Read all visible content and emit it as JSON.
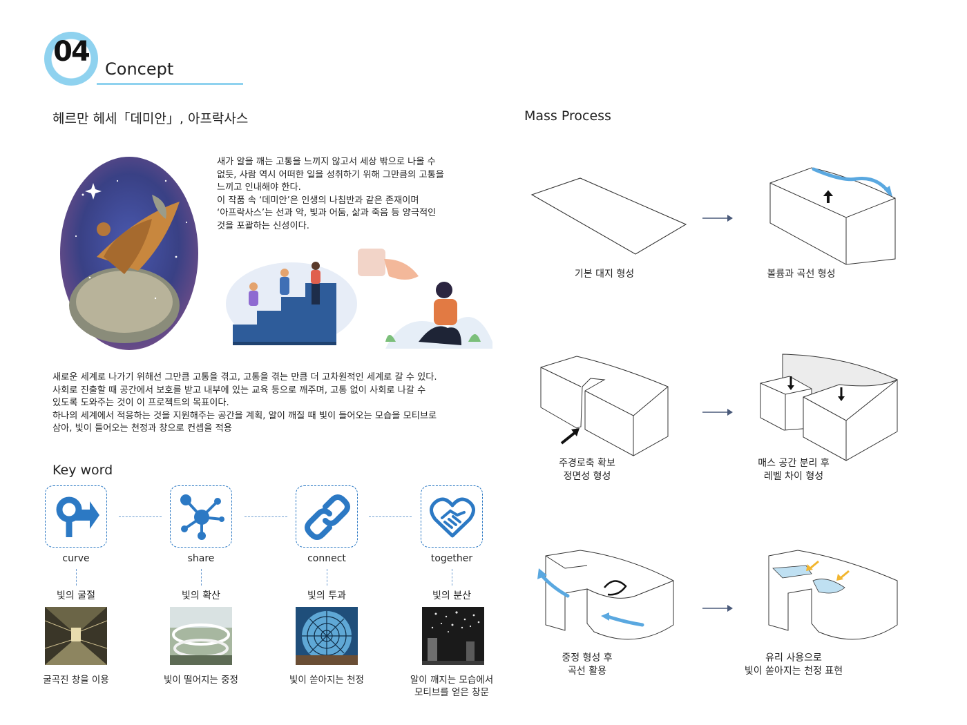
{
  "header": {
    "number": "04",
    "title": "Concept"
  },
  "left": {
    "title": "헤르만 헤세「데미안」, 아프락사스",
    "intro": "새가 알을 깨는 고통을 느끼지 않고서 세상 밖으로 나올 수\n없듯, 사람 역시 어떠한 일을 성취하기 위해 그만큼의 고통을\n느끼고 인내해야 한다.\n이 작품 속 ‘데미안’은 인생의 나침반과 같은 존재이며\n‘아프락사스’는 선과 악, 빛과 어둠, 삶과 죽음 등 양극적인\n것을 포괄하는 신성이다.",
    "body": "새로운 세계로 나가기 위해선 그만큼 고통을 겪고, 고통을 겪는 만큼 더 고차원적인 세계로 갈 수 있다.\n사회로 진출할 때 공간에서 보호를 받고 내부에 있는 교육 등으로 깨주며, 고통 없이 사회로 나갈 수\n있도록 도와주는 것이 이 프로젝트의 목표이다.\n하나의 세계에서 적응하는 것을 지원해주는 공간을 계획, 알이 깨질 때 빛이 들어오는 모습을 모티브로\n삼아, 빛이 들어오는 천정과 창으로 컨셉을 적용"
  },
  "keyword": {
    "title": "Key word",
    "items": [
      {
        "icon": "curve-arrow-icon",
        "label": "curve",
        "ko": "빛의 굴절",
        "caption": "굴곡진 창을 이용"
      },
      {
        "icon": "network-icon",
        "label": "share",
        "ko": "빛의 확산",
        "caption": "빛이 떨어지는 중정"
      },
      {
        "icon": "chain-link-icon",
        "label": "connect",
        "ko": "빛의 투과",
        "caption": "빛이 쏟아지는 천정"
      },
      {
        "icon": "heart-handshake-icon",
        "label": "together",
        "ko": "빛의 분산",
        "caption": "알이 깨지는 모습에서\n모티브를 얻은 창문"
      }
    ]
  },
  "mass": {
    "title": "Mass Process",
    "steps": [
      {
        "caption": "기본 대지 형성"
      },
      {
        "caption": "볼륨과 곡선 형성"
      },
      {
        "caption": "주경로축 확보\n정면성 형성"
      },
      {
        "caption": "매스 공간 분리 후\n레벨 차이 형성"
      },
      {
        "caption": "중정 형성 후\n곡선 활용"
      },
      {
        "caption": "유리 사용으로\n빛이 쏟아지는 천정 표현"
      }
    ]
  },
  "colors": {
    "accent": "#8fd2ef",
    "icon_blue": "#2c79c4",
    "arrow": "#4a5a7a",
    "light_blue": "#5aa8e0",
    "yellow": "#f2b630"
  }
}
